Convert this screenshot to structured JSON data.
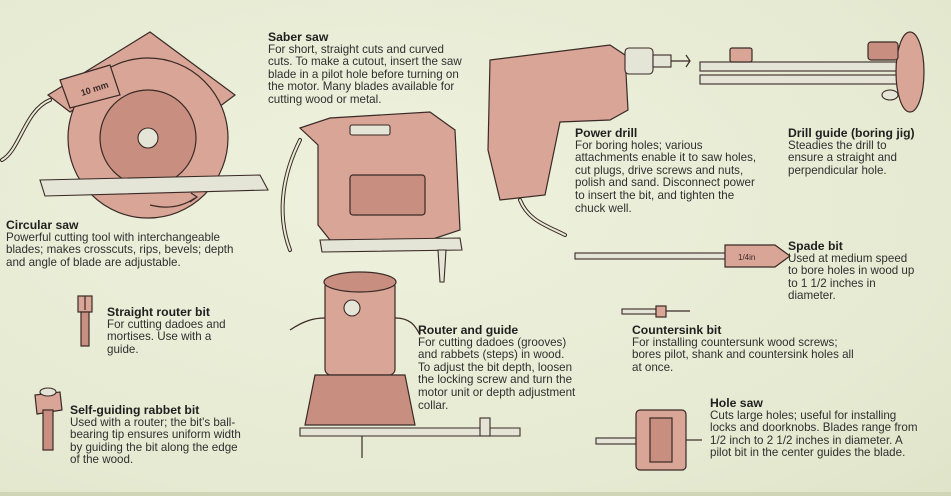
{
  "tools": [
    {
      "id": "saber-saw",
      "title": "Saber saw",
      "description": "For short, straight cuts and curved cuts. To make a cutout, insert the saw blade in a pilot hole before turning on the motor. Many blades available for cutting wood or metal."
    },
    {
      "id": "power-drill",
      "title": "Power drill",
      "description": "For boring holes; various attachments enable it to saw holes, cut plugs, drive screws and nuts, polish and sand. Disconnect power to insert the bit, and tighten the chuck well."
    },
    {
      "id": "drill-guide",
      "title": "Drill guide (boring jig)",
      "description": "Steadies the drill to ensure a straight and perpendicular hole."
    },
    {
      "id": "circular-saw",
      "title": "Circular saw",
      "description": "Powerful cutting tool with interchangeable blades; makes crosscuts, rips, bevels; depth and angle of blade are adjustable."
    },
    {
      "id": "spade-bit",
      "title": "Spade bit",
      "description": "Used at medium speed to bore holes in wood up to 1 1/2 inches in diameter."
    },
    {
      "id": "straight-router-bit",
      "title": "Straight router bit",
      "description": "For cutting dadoes and mortises. Use with a guide."
    },
    {
      "id": "router-and-guide",
      "title": "Router and guide",
      "description": "For cutting dadoes (grooves) and rabbets (steps) in wood. To adjust the bit depth, loosen the locking screw and turn the motor unit or depth adjustment collar."
    },
    {
      "id": "countersink-bit",
      "title": "Countersink bit",
      "description": "For installing countersunk wood screws; bores pilot, shank and countersink holes all at once."
    },
    {
      "id": "self-guiding-rabbet-bit",
      "title": "Self-guiding rabbet bit",
      "description": "Used with a router; the bit's ball-bearing tip ensures uniform width by guiding the bit along the edge of the wood."
    },
    {
      "id": "hole-saw",
      "title": "Hole saw",
      "description": "Cuts large holes; useful for installing locks and doorknobs. Blades range from 1/2 inch to 2 1/2 inches in diameter. A pilot bit in the center guides the blade."
    }
  ],
  "markings": {
    "circular_saw_blade": "10 mm",
    "spade_bit_size": "1/4in"
  },
  "colors": {
    "background": "#e9edd7",
    "tool_fill": "#d9a597",
    "ink": "#3a2a26"
  }
}
